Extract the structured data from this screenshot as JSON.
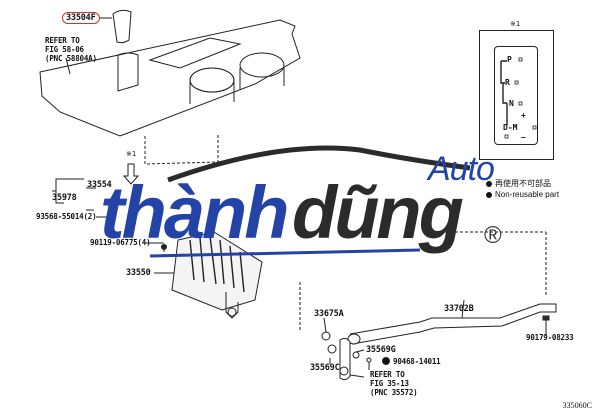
{
  "diagram": {
    "title_part": "33504F",
    "figure_code": "335060C",
    "labels": {
      "p33504F": "33504F",
      "refer_console_1": "REFER TO",
      "refer_console_2": "FIG 58-06",
      "refer_console_3": "(PNC 58804A)",
      "ref_mark_1": "※1",
      "p33554": "33554",
      "p35978": "35978",
      "p93568": "93568-55014(2)",
      "p90119": "90119-06775(4)",
      "p33550": "33550",
      "p33675A": "33675A",
      "p35569C": "35569C",
      "p35569G": "35569G",
      "p90468": "90468-14011",
      "refer_shaft_1": "REFER TO",
      "refer_shaft_2": "FIG 35-13",
      "refer_shaft_3": "(PNC 35572)",
      "p33702B": "33702B",
      "p90179": "90179-08233"
    },
    "inset": {
      "mark": "※1",
      "gates": [
        "P",
        "R",
        "N",
        "D-M",
        "+",
        "−"
      ]
    },
    "legend": {
      "japanese": "再使用不可部品",
      "english": "Non-reusable part"
    }
  },
  "watermark": {
    "part1": "thành",
    "part2": "dũng",
    "auto": "Auto",
    "registered": "®",
    "colors": {
      "blue": "#2443a6",
      "dark": "#2b2b2b"
    }
  }
}
